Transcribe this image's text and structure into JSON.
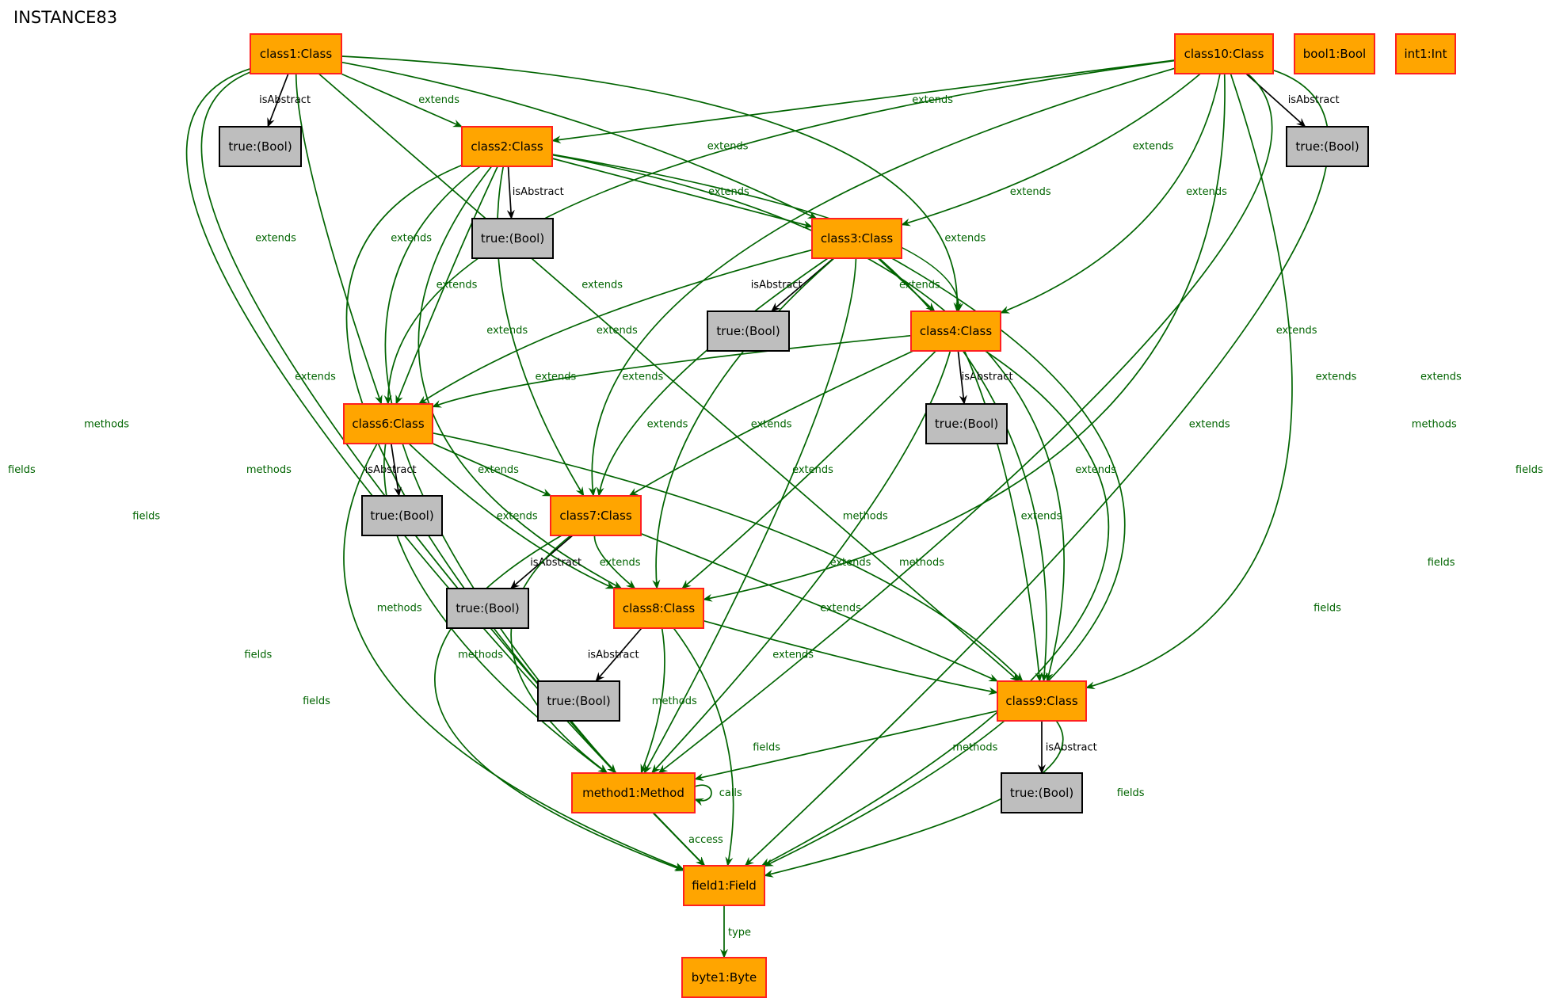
{
  "title": "INSTANCE83",
  "colors": {
    "object_fill": "#ffa500",
    "object_border": "#ff2020",
    "value_fill": "#bebebe",
    "value_border": "#000000",
    "relation_edge": "#006400",
    "attribute_edge": "#000000"
  },
  "nodes": [
    {
      "id": "class1",
      "label": "class1:Class",
      "kind": "object"
    },
    {
      "id": "class10",
      "label": "class10:Class",
      "kind": "object"
    },
    {
      "id": "bool1",
      "label": "bool1:Bool",
      "kind": "object"
    },
    {
      "id": "int1",
      "label": "int1:Int",
      "kind": "object"
    },
    {
      "id": "t1",
      "label": "true:(Bool)",
      "kind": "value"
    },
    {
      "id": "t10",
      "label": "true:(Bool)",
      "kind": "value"
    },
    {
      "id": "class2",
      "label": "class2:Class",
      "kind": "object"
    },
    {
      "id": "t2",
      "label": "true:(Bool)",
      "kind": "value"
    },
    {
      "id": "class3",
      "label": "class3:Class",
      "kind": "object"
    },
    {
      "id": "t3",
      "label": "true:(Bool)",
      "kind": "value"
    },
    {
      "id": "class4",
      "label": "class4:Class",
      "kind": "object"
    },
    {
      "id": "t4",
      "label": "true:(Bool)",
      "kind": "value"
    },
    {
      "id": "class6",
      "label": "class6:Class",
      "kind": "object"
    },
    {
      "id": "t6",
      "label": "true:(Bool)",
      "kind": "value"
    },
    {
      "id": "class7",
      "label": "class7:Class",
      "kind": "object"
    },
    {
      "id": "t7",
      "label": "true:(Bool)",
      "kind": "value"
    },
    {
      "id": "class8",
      "label": "class8:Class",
      "kind": "object"
    },
    {
      "id": "t8",
      "label": "true:(Bool)",
      "kind": "value"
    },
    {
      "id": "class9",
      "label": "class9:Class",
      "kind": "object"
    },
    {
      "id": "t9",
      "label": "true:(Bool)",
      "kind": "value"
    },
    {
      "id": "method1",
      "label": "method1:Method",
      "kind": "object"
    },
    {
      "id": "field1",
      "label": "field1:Field",
      "kind": "object"
    },
    {
      "id": "byte1",
      "label": "byte1:Byte",
      "kind": "object"
    }
  ],
  "edges": [
    {
      "from": "class1",
      "to": "t1",
      "label": "isAbstract",
      "kind": "attribute"
    },
    {
      "from": "class1",
      "to": "class2",
      "label": "extends",
      "kind": "relation"
    },
    {
      "from": "class1",
      "to": "class3",
      "label": "extends",
      "kind": "relation"
    },
    {
      "from": "class1",
      "to": "class4",
      "label": "extends",
      "kind": "relation"
    },
    {
      "from": "class1",
      "to": "class6",
      "label": "extends",
      "kind": "relation"
    },
    {
      "from": "class1",
      "to": "class9",
      "label": "extends",
      "kind": "relation"
    },
    {
      "from": "class1",
      "to": "method1",
      "label": "methods",
      "kind": "relation"
    },
    {
      "from": "class1",
      "to": "field1",
      "label": "fields",
      "kind": "relation"
    },
    {
      "from": "class10",
      "to": "t10",
      "label": "isAbstract",
      "kind": "attribute"
    },
    {
      "from": "class10",
      "to": "class2",
      "label": "extends",
      "kind": "relation"
    },
    {
      "from": "class10",
      "to": "class3",
      "label": "extends",
      "kind": "relation"
    },
    {
      "from": "class10",
      "to": "class4",
      "label": "extends",
      "kind": "relation"
    },
    {
      "from": "class10",
      "to": "class6",
      "label": "extends",
      "kind": "relation"
    },
    {
      "from": "class10",
      "to": "class7",
      "label": "extends",
      "kind": "relation"
    },
    {
      "from": "class10",
      "to": "class8",
      "label": "extends",
      "kind": "relation"
    },
    {
      "from": "class10",
      "to": "class9",
      "label": "extends",
      "kind": "relation"
    },
    {
      "from": "class10",
      "to": "method1",
      "label": "methods",
      "kind": "relation"
    },
    {
      "from": "class10",
      "to": "field1",
      "label": "fields",
      "kind": "relation"
    },
    {
      "from": "class2",
      "to": "t2",
      "label": "isAbstract",
      "kind": "attribute"
    },
    {
      "from": "class2",
      "to": "class3",
      "label": "extends",
      "kind": "relation"
    },
    {
      "from": "class2",
      "to": "class4",
      "label": "extends",
      "kind": "relation"
    },
    {
      "from": "class2",
      "to": "class6",
      "label": "extends",
      "kind": "relation"
    },
    {
      "from": "class2",
      "to": "class7",
      "label": "extends",
      "kind": "relation"
    },
    {
      "from": "class2",
      "to": "class8",
      "label": "extends",
      "kind": "relation"
    },
    {
      "from": "class2",
      "to": "class9",
      "label": "extends",
      "kind": "relation"
    },
    {
      "from": "class2",
      "to": "method1",
      "label": "methods",
      "kind": "relation"
    },
    {
      "from": "class2",
      "to": "field1",
      "label": "fields",
      "kind": "relation"
    },
    {
      "from": "class3",
      "to": "t3",
      "label": "isAbstract",
      "kind": "attribute"
    },
    {
      "from": "class3",
      "to": "class4",
      "label": "extends",
      "kind": "relation"
    },
    {
      "from": "class3",
      "to": "class6",
      "label": "extends",
      "kind": "relation"
    },
    {
      "from": "class3",
      "to": "class7",
      "label": "extends",
      "kind": "relation"
    },
    {
      "from": "class3",
      "to": "class8",
      "label": "extends",
      "kind": "relation"
    },
    {
      "from": "class3",
      "to": "class9",
      "label": "extends",
      "kind": "relation"
    },
    {
      "from": "class3",
      "to": "method1",
      "label": "methods",
      "kind": "relation"
    },
    {
      "from": "class3",
      "to": "field1",
      "label": "fields",
      "kind": "relation"
    },
    {
      "from": "class4",
      "to": "t4",
      "label": "isAbstract",
      "kind": "attribute"
    },
    {
      "from": "class4",
      "to": "class6",
      "label": "extends",
      "kind": "relation"
    },
    {
      "from": "class4",
      "to": "class7",
      "label": "extends",
      "kind": "relation"
    },
    {
      "from": "class4",
      "to": "class8",
      "label": "extends",
      "kind": "relation"
    },
    {
      "from": "class4",
      "to": "class9",
      "label": "extends",
      "kind": "relation"
    },
    {
      "from": "class4",
      "to": "method1",
      "label": "methods",
      "kind": "relation"
    },
    {
      "from": "class4",
      "to": "field1",
      "label": "fields",
      "kind": "relation"
    },
    {
      "from": "class6",
      "to": "t6",
      "label": "isAbstract",
      "kind": "attribute"
    },
    {
      "from": "class6",
      "to": "class7",
      "label": "extends",
      "kind": "relation"
    },
    {
      "from": "class6",
      "to": "class8",
      "label": "extends",
      "kind": "relation"
    },
    {
      "from": "class6",
      "to": "class9",
      "label": "extends",
      "kind": "relation"
    },
    {
      "from": "class6",
      "to": "method1",
      "label": "methods",
      "kind": "relation"
    },
    {
      "from": "class6",
      "to": "field1",
      "label": "fields",
      "kind": "relation"
    },
    {
      "from": "class7",
      "to": "t7",
      "label": "isAbstract",
      "kind": "attribute"
    },
    {
      "from": "class7",
      "to": "class8",
      "label": "extends",
      "kind": "relation"
    },
    {
      "from": "class7",
      "to": "class9",
      "label": "extends",
      "kind": "relation"
    },
    {
      "from": "class7",
      "to": "method1",
      "label": "methods",
      "kind": "relation"
    },
    {
      "from": "class7",
      "to": "field1",
      "label": "fields",
      "kind": "relation"
    },
    {
      "from": "class8",
      "to": "t8",
      "label": "isAbstract",
      "kind": "attribute"
    },
    {
      "from": "class8",
      "to": "class9",
      "label": "extends",
      "kind": "relation"
    },
    {
      "from": "class8",
      "to": "method1",
      "label": "methods",
      "kind": "relation"
    },
    {
      "from": "class8",
      "to": "field1",
      "label": "fields",
      "kind": "relation"
    },
    {
      "from": "class9",
      "to": "t9",
      "label": "isAbstract",
      "kind": "attribute"
    },
    {
      "from": "class9",
      "to": "method1",
      "label": "methods",
      "kind": "relation"
    },
    {
      "from": "class9",
      "to": "field1",
      "label": "fields",
      "kind": "relation"
    },
    {
      "from": "method1",
      "to": "method1",
      "label": "calls",
      "kind": "relation"
    },
    {
      "from": "method1",
      "to": "field1",
      "label": "access",
      "kind": "relation"
    },
    {
      "from": "field1",
      "to": "byte1",
      "label": "type",
      "kind": "relation"
    }
  ]
}
